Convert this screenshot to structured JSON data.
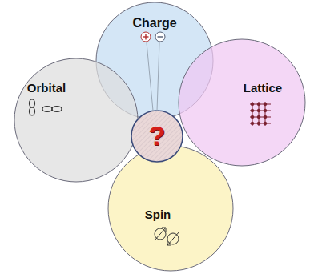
{
  "diagram": {
    "nodes": [
      {
        "text": [
          "Charge"
        ]
      },
      {
        "text": [
          "Orbital"
        ]
      },
      {
        "text": [
          "Lattice"
        ]
      },
      {
        "text": [
          "?"
        ]
      },
      {
        "text": [
          "Spin"
        ]
      }
    ]
  }
}
